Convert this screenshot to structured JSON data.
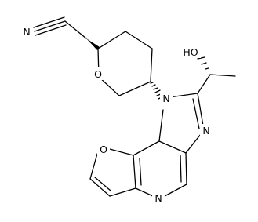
{
  "molecule": {
    "atoms": {
      "n_nitrile": "N",
      "o_pyran": "O",
      "n_imidazole_1": "N",
      "n_imidazole_3": "N",
      "oh": "HO",
      "o_furan": "O",
      "n_pyridine": "N"
    },
    "colors": {
      "bond": "#000000",
      "text": "#000000",
      "background": "#ffffff"
    }
  }
}
